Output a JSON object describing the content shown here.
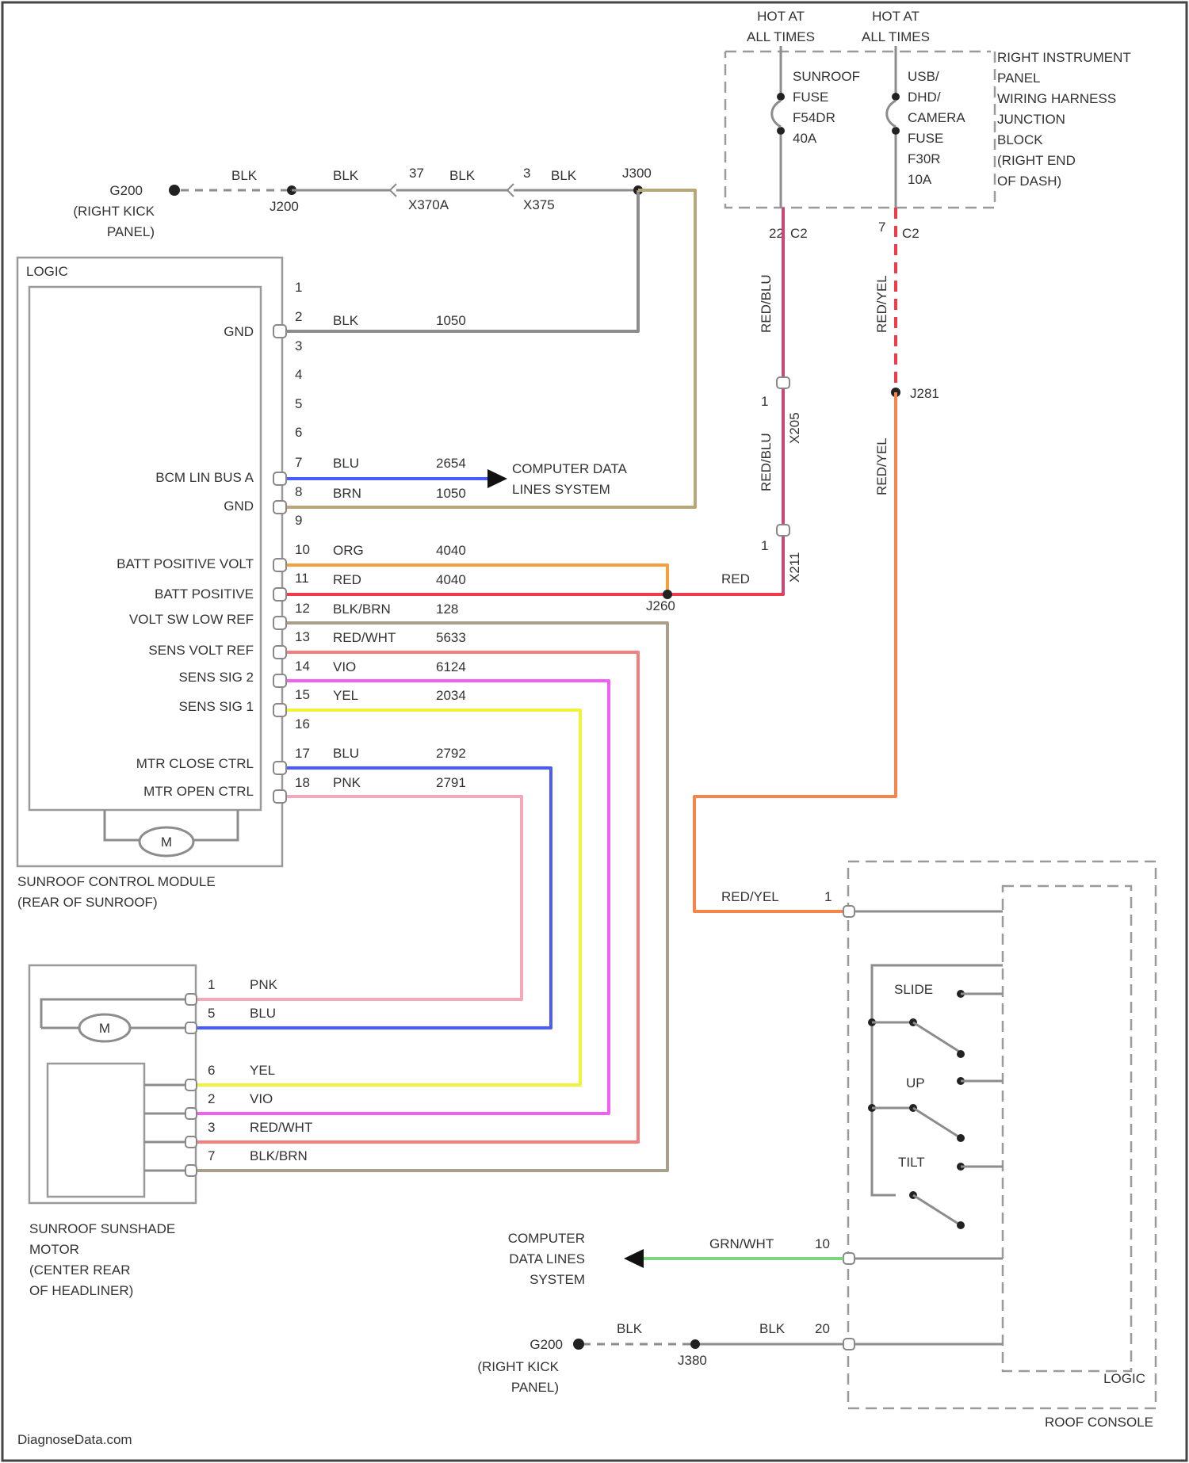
{
  "header": {
    "hot1": [
      "HOT AT",
      "ALL TIMES"
    ],
    "hot2": [
      "HOT AT",
      "ALL TIMES"
    ]
  },
  "fuses": {
    "sunroof": [
      "SUNROOF",
      "FUSE",
      "F54DR",
      "40A"
    ],
    "usb": [
      "USB/",
      "DHD/",
      "CAMERA",
      "FUSE",
      "F30R",
      "10A"
    ],
    "panel": [
      "RIGHT INSTRUMENT",
      "PANEL",
      "WIRING HARNESS",
      "JUNCTION",
      "BLOCK",
      "(RIGHT END",
      "OF DASH)"
    ],
    "pin_left_a": "22",
    "pin_left_b": "C2",
    "pin_right_a": "7",
    "pin_right_b": "C2"
  },
  "ground_top": {
    "g200": "G200",
    "kick": [
      "(RIGHT KICK",
      "PANEL)"
    ],
    "blk1": "BLK",
    "blk2": "BLK",
    "blk3": "BLK",
    "blk4": "BLK",
    "j200": "J200",
    "p37": "37",
    "x370a": "X370A",
    "p3": "3",
    "x375": "X375",
    "j300": "J300"
  },
  "module": {
    "logic": "LOGIC",
    "label": [
      "SUNROOF CONTROL MODULE",
      "(REAR OF SUNROOF)"
    ],
    "pins": [
      "1",
      "2",
      "3",
      "4",
      "5",
      "6",
      "7",
      "8",
      "9",
      "10",
      "11",
      "12",
      "13",
      "14",
      "15",
      "16",
      "17",
      "18"
    ],
    "labels": {
      "gnd1": "GND",
      "bcm": "BCM LIN BUS A",
      "gnd2": "GND",
      "batt_volt": "BATT POSITIVE VOLT",
      "batt_pos": "BATT POSITIVE",
      "low_ref": "VOLT SW LOW REF",
      "sens_ref": "SENS VOLT REF",
      "sig2": "SENS SIG 2",
      "sig1": "SENS SIG 1",
      "close": "MTR CLOSE CTRL",
      "open": "MTR OPEN CTRL"
    },
    "wires": {
      "w2": [
        "BLK",
        "1050"
      ],
      "w7": [
        "BLU",
        "2654"
      ],
      "w8": [
        "BRN",
        "1050"
      ],
      "w10": [
        "ORG",
        "4040"
      ],
      "w11": [
        "RED",
        "4040"
      ],
      "w12": [
        "BLK/BRN",
        "128"
      ],
      "w13": [
        "RED/WHT",
        "5633"
      ],
      "w14": [
        "VIO",
        "6124"
      ],
      "w15": [
        "YEL",
        "2034"
      ],
      "w17": [
        "BLU",
        "2792"
      ],
      "w18": [
        "PNK",
        "2791"
      ]
    }
  },
  "cdl1": [
    "COMPUTER DATA",
    "LINES SYSTEM"
  ],
  "middle": {
    "j260": "J260",
    "red": "RED",
    "redblu1": "RED/BLU",
    "redblu2": "RED/BLU",
    "redyel1": "RED/YEL",
    "redyel2": "RED/YEL",
    "x205": "X205",
    "x211": "X211",
    "p1a": "1",
    "p1b": "1",
    "j281": "J281"
  },
  "sunshade": {
    "label": [
      "SUNROOF SUNSHADE",
      "MOTOR",
      "(CENTER REAR",
      "OF HEADLINER)"
    ],
    "pins": [
      "1",
      "5",
      "6",
      "2",
      "3",
      "7"
    ],
    "wires": [
      "PNK",
      "BLU",
      "YEL",
      "VIO",
      "RED/WHT",
      "BLK/BRN"
    ]
  },
  "console": {
    "label": "ROOF CONSOLE",
    "logic": "LOGIC",
    "slide": "SLIDE",
    "up": "UP",
    "tilt": "TILT",
    "redyel": "RED/YEL",
    "pin1": "1",
    "grnwht": "GRN/WHT",
    "pin10": "10",
    "blk_a": "BLK",
    "blk_b": "BLK",
    "pin20": "20",
    "g200": "G200",
    "kick": [
      "(RIGHT KICK",
      "PANEL)"
    ],
    "j380": "J380"
  },
  "cdl2": [
    "COMPUTER",
    "DATA LINES",
    "SYSTEM"
  ],
  "watermark": "DiagnoseData.com"
}
